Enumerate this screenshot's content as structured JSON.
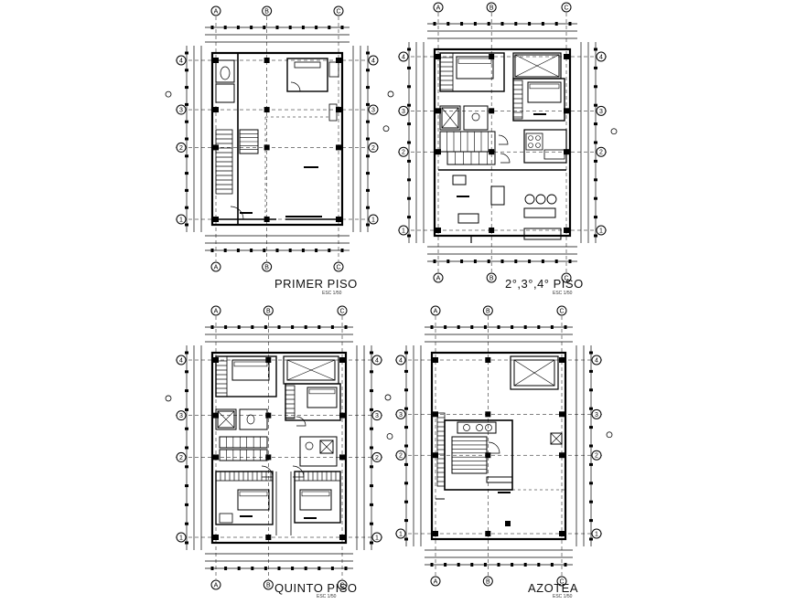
{
  "drawing": {
    "colors": {
      "line": "#000000",
      "background": "#ffffff"
    },
    "plans": [
      {
        "id": "primer",
        "title": "PRIMER PISO",
        "scale": "ESC 1/50",
        "grid_cols": [
          "A",
          "B",
          "C"
        ],
        "grid_rows": [
          "4",
          "3",
          "2",
          "1"
        ]
      },
      {
        "id": "tipico",
        "title": "2°,3°,4° PISO",
        "scale": "ESC 1/50",
        "grid_cols": [
          "A",
          "B",
          "C"
        ],
        "grid_rows": [
          "4",
          "3",
          "2",
          "1"
        ]
      },
      {
        "id": "quinto",
        "title": "QUINTO PISO",
        "scale": "ESC 1/50",
        "grid_cols": [
          "A",
          "B",
          "C"
        ],
        "grid_rows": [
          "4",
          "3",
          "2",
          "1"
        ]
      },
      {
        "id": "azotea",
        "title": "AZOTEA",
        "scale": "ESC 1/50",
        "grid_cols": [
          "A",
          "B",
          "C"
        ],
        "grid_rows": [
          "4",
          "3",
          "2",
          "1"
        ]
      }
    ]
  }
}
